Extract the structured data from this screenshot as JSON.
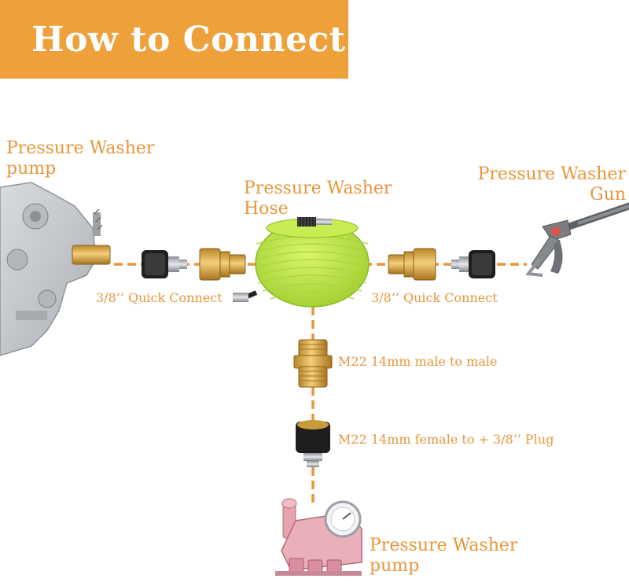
{
  "banner": {
    "title": "How to Connect"
  },
  "labels": {
    "pump_left_line1": "Pressure Washer",
    "pump_left_line2": "pump",
    "hose_line1": "Pressure Washer",
    "hose_line2": "Hose",
    "gun_line1": "Pressure Washer",
    "gun_line2": "Gun",
    "quick_connect_left": "3/8’’ Quick Connect",
    "quick_connect_right": "3/8’’ Quick Connect",
    "m22_male": "M22 14mm male to male",
    "m22_female": "M22 14mm female to + 3/8’’ Plug",
    "pump_bottom_line1": "Pressure Washer",
    "pump_bottom_line2": "pump"
  },
  "colors": {
    "banner": "#eea13b",
    "label": "#e8963a",
    "connector_line": "#e8963a",
    "hose": "#b8e640",
    "brass": "#d9a441"
  }
}
